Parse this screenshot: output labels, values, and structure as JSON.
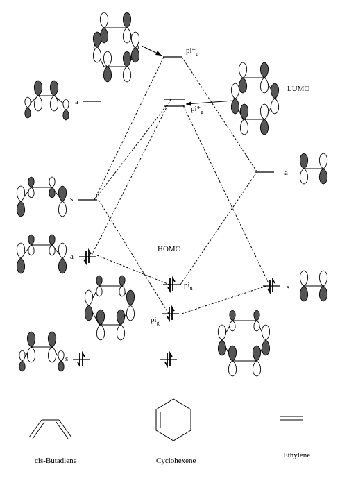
{
  "labels": {
    "pi_star_u": {
      "base": "pi*",
      "sub": "u"
    },
    "pi_star_g": {
      "base": "pi*",
      "sub": "g"
    },
    "pi_u": {
      "base": "pi",
      "sub": "u"
    },
    "pi_g": {
      "base": "pi",
      "sub": "g"
    },
    "lumo": "LUMO",
    "homo": "HOMO",
    "butadiene_a_upper": "a",
    "butadiene_s_upper": "s",
    "butadiene_a_lower": "a",
    "butadiene_s_lower": "s",
    "ethylene_a": "a",
    "ethylene_s": "s"
  },
  "captions": {
    "butadiene": "cis-Butadiene",
    "cyclohexene": "Cyclohexene",
    "ethylene": "Ethylene"
  }
}
